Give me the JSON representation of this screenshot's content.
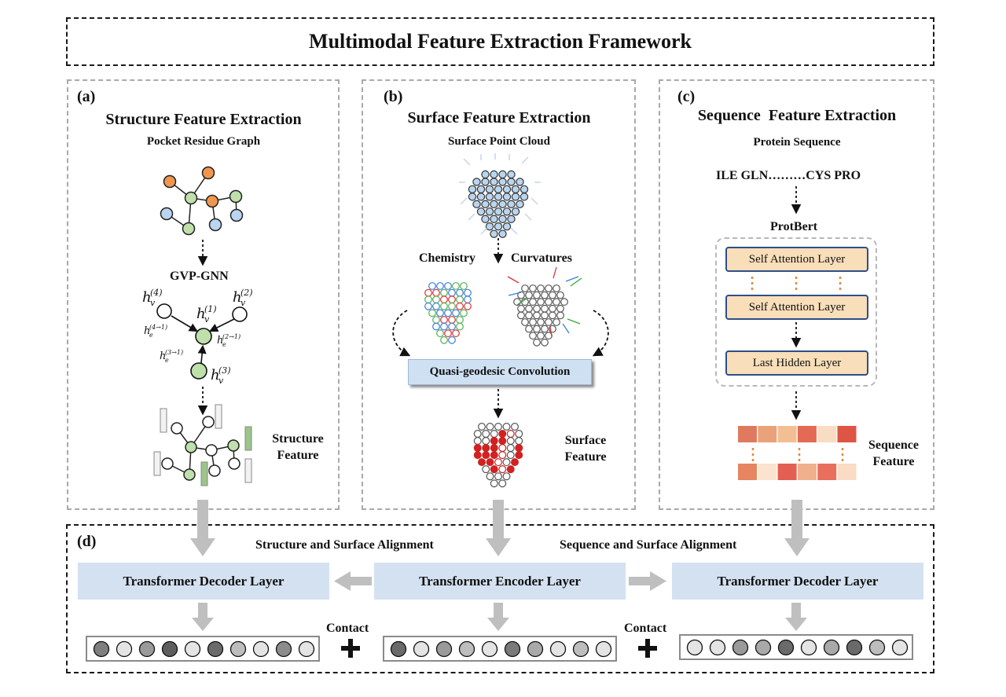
{
  "title": "Multimodal Feature Extraction Framework",
  "panel_a": {
    "letter": "(a)",
    "title": "Structure Feature Extraction",
    "subtitle": "Pocket Residue Graph",
    "model": "GVP-GNN",
    "output": "Structure Feature"
  },
  "panel_b": {
    "letter": "(b)",
    "title": "Surface Feature Extraction",
    "subtitle": "Surface Point Cloud",
    "chemistry": "Chemistry",
    "curvatures": "Curvatures",
    "conv": "Quasi-geodesic Convolution",
    "output": "Surface Feature"
  },
  "panel_c": {
    "letter": "(c)",
    "title": "Sequence  Feature Extraction",
    "subtitle": "Protein Sequence",
    "sequence": "ILE GLN………CYS PRO",
    "model": "ProtBert",
    "layers": [
      "Self Attention Layer",
      "Self Attention Layer",
      "Last Hidden Layer"
    ],
    "output": "Sequence Feature"
  },
  "panel_d": {
    "letter": "(d)",
    "align_left": "Structure and Surface Alignment",
    "align_right": "Sequence and Surface Alignment",
    "decoder_left": "Transformer Decoder Layer",
    "encoder": "Transformer Encoder Layer",
    "decoder_right": "Transformer Decoder Layer",
    "contact_left": "Contact",
    "contact_right": "Contact",
    "vectors": {
      "left": [
        "#7f7f7f",
        "#e4e4e4",
        "#9a9a9a",
        "#5e5e5e",
        "#e4e4e4",
        "#6a6a6a",
        "#bdbdbd",
        "#e4e4e4",
        "#8c8c8c",
        "#e4e4e4"
      ],
      "middle": [
        "#6a6a6a",
        "#e4e4e4",
        "#9a9a9a",
        "#bdbdbd",
        "#e4e4e4",
        "#7a7a7a",
        "#a9a9a9",
        "#e4e4e4",
        "#bdbdbd",
        "#e4e4e4"
      ],
      "right": [
        "#e4e4e4",
        "#e4e4e4",
        "#9a9a9a",
        "#a9a9a9",
        "#6a6a6a",
        "#e4e4e4",
        "#a9a9a9",
        "#6a6a6a",
        "#bdbdbd",
        "#e4e4e4"
      ]
    }
  },
  "colors": {
    "node_orange": "#f0964f",
    "node_green": "#bfdfab",
    "node_blue": "#b9d5ef",
    "surface_red": "#d32121",
    "arrow_grey": "#bfbfbf",
    "box_blue": "#d4e1f1",
    "layer_fill": "#f8deb9",
    "seq_feature": [
      "#e07a5f",
      "#eaa27b",
      "#f2bf95",
      "#e46a55",
      "#f8ddc2",
      "#de5545",
      "#e6855f",
      "#fbe3cf",
      "#e25f52",
      "#efb08c",
      "#e86f5c",
      "#f9dcc3"
    ]
  },
  "math": {
    "h4": "h",
    "h4_sub": "v",
    "h4_sup": "(4)",
    "h2": "h",
    "h2_sub": "v",
    "h2_sup": "(2)",
    "h1": "h",
    "h1_sub": "v",
    "h1_sup": "(1)",
    "h3": "h",
    "h3_sub": "v",
    "h3_sup": "(3)",
    "e41": "h",
    "e41_sub": "e",
    "e41_sup": "(4→1)",
    "e21": "h",
    "e21_sub": "e",
    "e21_sup": "(2→1)",
    "e31": "h",
    "e31_sub": "e",
    "e31_sup": "(3→1)"
  }
}
